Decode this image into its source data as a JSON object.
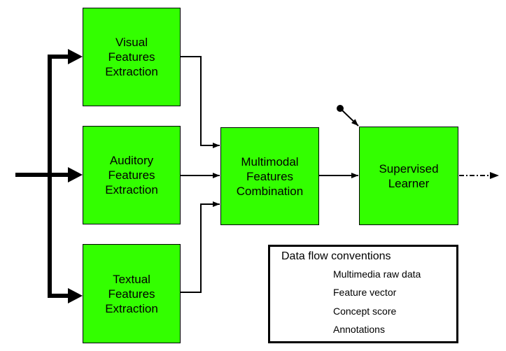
{
  "colors": {
    "box_fill": "#33ff00",
    "line": "#000000",
    "background": "#ffffff"
  },
  "boxes": {
    "visual": {
      "label": "Visual\nFeatures\nExtraction"
    },
    "auditory": {
      "label": "Auditory\nFeatures\nExtraction"
    },
    "textual": {
      "label": "Textual\nFeatures\nExtraction"
    },
    "multimodal": {
      "label": "Multimodal\nFeatures\nCombination"
    },
    "supervised": {
      "label": "Supervised\nLearner"
    }
  },
  "legend": {
    "title": "Data flow conventions",
    "items": [
      {
        "style": "thick-arrow",
        "label": "Multimedia raw data"
      },
      {
        "style": "thin-arrow",
        "label": "Feature vector"
      },
      {
        "style": "dash-dot-arrow",
        "label": "Concept score"
      },
      {
        "style": "dot-arrow",
        "label": "Annotations"
      }
    ]
  }
}
